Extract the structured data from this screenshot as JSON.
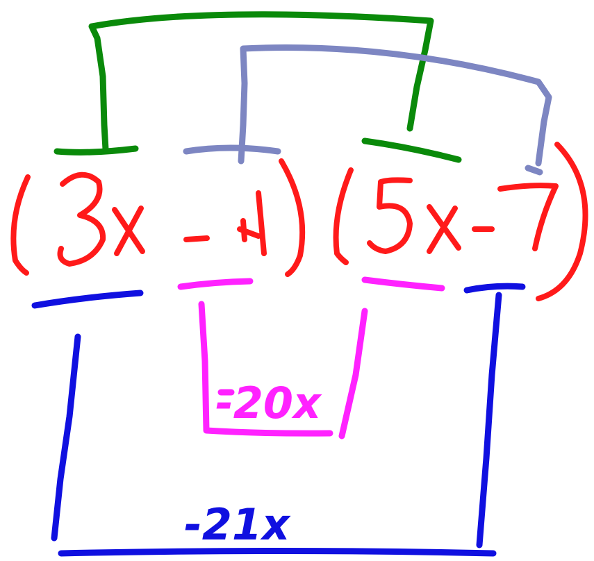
{
  "expression": {
    "factor1": {
      "term_a": "3x",
      "sign": "-",
      "term_b": "4"
    },
    "factor2": {
      "term_a": "5x",
      "sign": "-",
      "term_b": "7"
    }
  },
  "products": {
    "inner": "-20x",
    "outer": "-21x"
  },
  "colors": {
    "expression": "#ff1a1a",
    "first_terms_bracket": "#0a8a0a",
    "last_terms_bracket": "#7d86c2",
    "inner_bracket": "#ff22ff",
    "outer_bracket": "#1010e0"
  }
}
